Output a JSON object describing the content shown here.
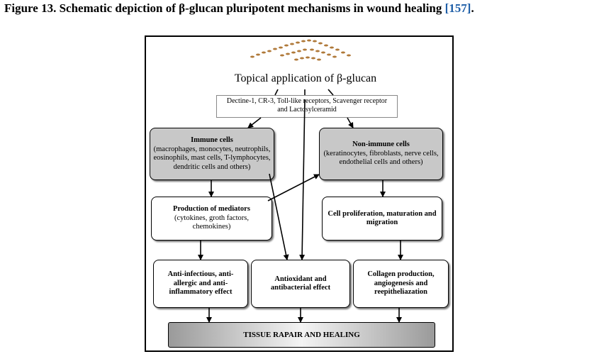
{
  "caption": {
    "text": "Figure 13. Schematic depiction of β-glucan pluripotent mechanisms in wound healing ",
    "ref": "[157]",
    "end": "."
  },
  "diagram": {
    "topical": "Topical application of β-glucan",
    "receptors": "Dectine-1, CR-3, Toll-like receptors, Scavenger receptor and Lactosylceramid",
    "immune_title": "Immune cells",
    "immune_body": "(macrophages, monocytes, neutrophils, eosinophils, mast cells, T-lymphocytes, dendritic cells and others)",
    "nonimmune_title": "Non-immune cells",
    "nonimmune_body": "(keratinocytes, fibroblasts, nerve cells, endothelial cells and others)",
    "mediators_title": "Production of mediators",
    "mediators_body": "(cytokines, groth factors, chemokines)",
    "proliferation": "Cell proliferation, maturation and migration",
    "anti_infectious": "Anti-infectious, anti-allergic and anti-inflammatory effect",
    "antioxidant": "Antioxidant and antibacterial effect",
    "collagen": "Collagen production, angiogenesis and reepitheliazation",
    "final": "TISSUE RAPAIR AND HEALING"
  }
}
